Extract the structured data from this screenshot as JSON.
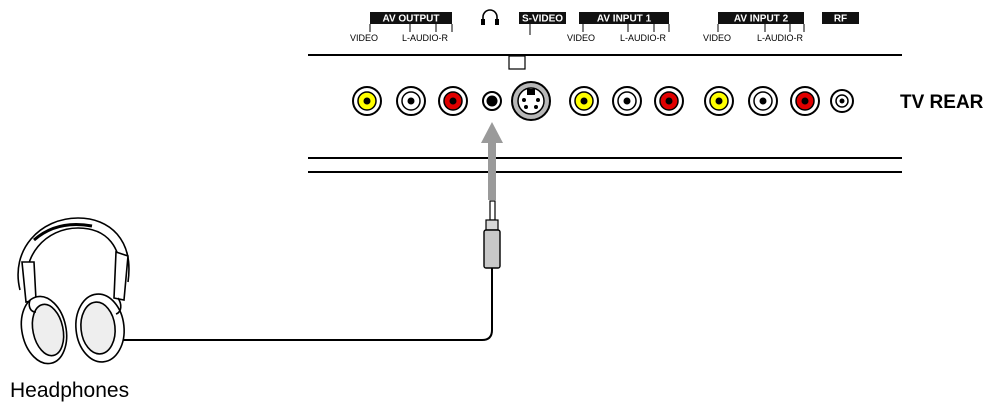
{
  "labels": {
    "av_output": "AV  OUTPUT",
    "av_output_video": "VIDEO",
    "av_output_audio": "L-AUDIO-R",
    "s_video": "S-VIDEO",
    "av_input_1": "AV  INPUT 1",
    "av_input_1_video": "VIDEO",
    "av_input_1_audio": "L-AUDIO-R",
    "av_input_2": "AV  INPUT 2",
    "av_input_2_video": "VIDEO",
    "av_input_2_audio": "L-AUDIO-R",
    "rf": "RF",
    "tv_rear": "TV REAR",
    "headphones": "Headphones"
  },
  "icons": {
    "headphone_jack_symbol": "headphone-icon",
    "s_video_port": "s-video-port-icon",
    "rca_jack": "rca-jack-icon",
    "rf_jack": "coax-jack-icon",
    "headphones": "headphones-icon",
    "plug": "mini-plug-icon",
    "arrow": "arrow-up-icon"
  },
  "jack_colors": {
    "yellow": "#ffff00",
    "white": "#ffffff",
    "red": "#e00000",
    "black": "#000000",
    "arrow_gray": "#9a9a9a",
    "plug_gray": "#c8c8c8"
  },
  "jacks": [
    {
      "group": "AV OUTPUT",
      "signal": "VIDEO",
      "color": "yellow"
    },
    {
      "group": "AV OUTPUT",
      "signal": "L-AUDIO",
      "color": "white"
    },
    {
      "group": "AV OUTPUT",
      "signal": "R-AUDIO",
      "color": "red"
    },
    {
      "group": "HEADPHONE",
      "signal": "HEADPHONE",
      "color": "black"
    },
    {
      "group": "S-VIDEO",
      "signal": "S-VIDEO",
      "color": "gray"
    },
    {
      "group": "AV INPUT 1",
      "signal": "VIDEO",
      "color": "yellow"
    },
    {
      "group": "AV INPUT 1",
      "signal": "L-AUDIO",
      "color": "white"
    },
    {
      "group": "AV INPUT 1",
      "signal": "R-AUDIO",
      "color": "red"
    },
    {
      "group": "AV INPUT 2",
      "signal": "VIDEO",
      "color": "yellow"
    },
    {
      "group": "AV INPUT 2",
      "signal": "L-AUDIO",
      "color": "white"
    },
    {
      "group": "AV INPUT 2",
      "signal": "R-AUDIO",
      "color": "red"
    },
    {
      "group": "RF",
      "signal": "RF",
      "color": "white"
    }
  ]
}
